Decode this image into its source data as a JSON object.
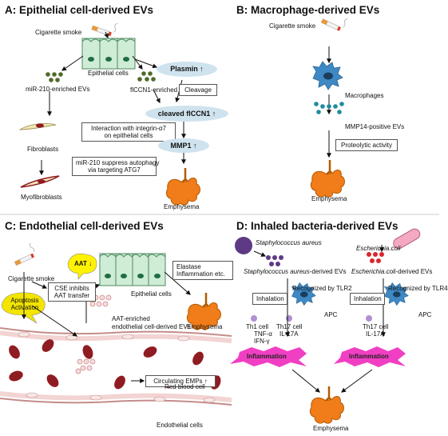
{
  "panels": {
    "a": {
      "title": "A: Epithelial cell-derived EVs",
      "cigarette_smoke": "Cigarette smoke",
      "epithelial_cells": "Epithelial cells",
      "mir210_evs": "miR-210-enriched EVs",
      "fccn1_evs": "flCCN1-enriched EVs",
      "plasmin": "Plasmin ↑",
      "cleavage": "Cleavage",
      "cleaved_fccn1": "cleaved flCCN1 ↑",
      "integrin_line1": "Interaction with integrin-α7",
      "integrin_line2": "on epithelial cells",
      "fibroblasts": "Fibroblasts",
      "mmp1": "MMP1 ↑",
      "autophagy_line1": "miR-210 suppress autophagy",
      "autophagy_line2": "via targeting ATG7",
      "myofibroblasts": "Myofibroblasts",
      "emphysema": "Emphysema"
    },
    "b": {
      "title": "B: Macrophage-derived EVs",
      "cigarette_smoke": "Cigarette smoke",
      "macrophages": "Macrophages",
      "mmp14_evs": "MMP14-positive EVs",
      "proteolytic": "Proteolytic activity",
      "emphysema": "Emphysema"
    },
    "c": {
      "title": "C: Endothelial cell-derived EVs",
      "cigarette_smoke": "Cigarette smoke",
      "aat_down": "AAT ↓",
      "epithelial_cells": "Epithelial cells",
      "elastase_line1": "Elastase",
      "elastase_line2": "Inflammation etc.",
      "emphysema": "Emphysema",
      "cse_line1": "CSE inhibits",
      "cse_line2": "AAT transfer",
      "apoptosis_line1": "Apoptosis",
      "apoptosis_line2": "Activation",
      "aat_evs_line1": "AAT-enriched",
      "aat_evs_line2": "endothelial cell-derived EVs",
      "circulating": "Circulating EMPs ↑",
      "red_blood_cell": "Red blood cell",
      "endothelial_cells": "Endothelial cells"
    },
    "d": {
      "title": "D: Inhaled bacteria-derived EVs",
      "staph": "Staphylococcus aureus",
      "staph_evs_italic": "Staphylococcus aureus",
      "staph_evs_suffix": "-derived EVs",
      "ecoli": "Escherichia.coli",
      "ecoli_evs_italic": "Escherichia.coli",
      "ecoli_evs_suffix": "-derived EVs",
      "inhalation_left": "Inhalation",
      "inhalation_right": "Inhalation",
      "tlr2": "Recognized by TLR2",
      "tlr4": "Recognized by TLR4",
      "apc_left": "APC",
      "apc_right": "APC",
      "th1": "Th1 cell",
      "tnf": "TNF-α",
      "ifn": "IFN-γ",
      "th17_left": "Th17 cell",
      "il17_left": "IL-17A",
      "th17_right": "Th17 cell",
      "il17_right": "IL-17A",
      "inflammation_left": "Inflammation",
      "inflammation_right": "Inflammation",
      "emphysema": "Emphysema"
    }
  },
  "colors": {
    "lung": "#f07d1a",
    "pill": "#cfe3ee",
    "epithelium": "#cfecd6",
    "nucleus": "#1f6e43",
    "ev_green": "#4f6b2a",
    "ev_teal": "#1f8aa0",
    "macrophage": "#3e88c4",
    "fibroblast": "#f1e6b6",
    "rbc": "#8f1c22",
    "endothelium": "#f2d4d3",
    "staph": "#5e3a85",
    "ecoli_cell": "#f2a9c1",
    "ecoli_ev": "#d8262b",
    "inflammation": "#f13fc4",
    "apoptosis": "#f3e500",
    "th_cell": "#b08fd3"
  },
  "icons": [
    "cigarette-icon",
    "lung-icon",
    "macrophage-icon",
    "fibroblast-icon",
    "bacterium-icon",
    "blood-vessel-icon",
    "epithelium-icon"
  ]
}
